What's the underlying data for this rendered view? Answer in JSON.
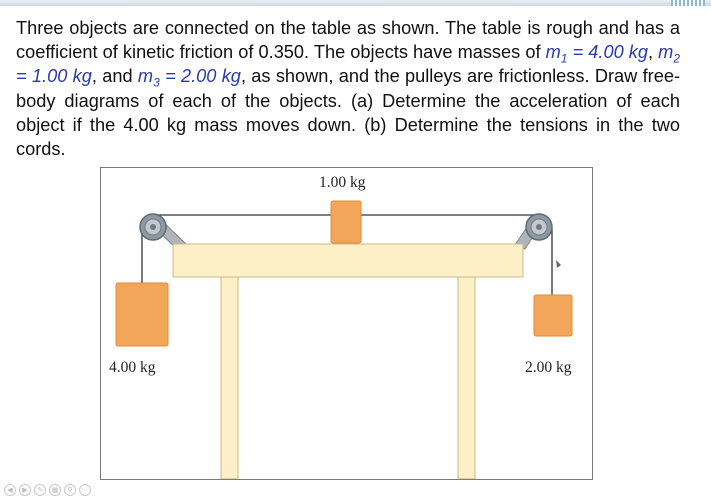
{
  "problem": {
    "p1": "Three objects are connected on the table as shown. The table is rough and has a coefficient of kinetic friction of 0.350. The objects have masses of ",
    "m1_sym": "m",
    "m1_sub": "1",
    "m1_val": " = 4.00 kg",
    "sep1": ", ",
    "m2_sym": "m",
    "m2_sub": "2",
    "m2_val": " = 1.00 kg",
    "sep2": ", and ",
    "m3_sym": "m",
    "m3_sub": "3",
    "m3_val": " = 2.00 kg",
    "p2": ", as shown, and the pulleys are frictionless. Draw free-body diagrams of each of the objects. (a) Determine the acceleration of each object if the 4.00 kg mass moves down. (b) Determine the tensions in the two cords."
  },
  "figure": {
    "label_m2": "1.00 kg",
    "label_m1": "4.00 kg",
    "label_m3": "2.00 kg",
    "colors": {
      "block": "#f2a65a",
      "block_edge": "#e58a36",
      "table": "#fdf0c6",
      "table_edge": "#c9b98a",
      "pulley": "#8e9aa3"
    }
  },
  "nav": {
    "icons": [
      "prev-icon",
      "next-icon",
      "pen-icon",
      "slides-icon",
      "zoom-icon",
      "more-icon"
    ]
  }
}
